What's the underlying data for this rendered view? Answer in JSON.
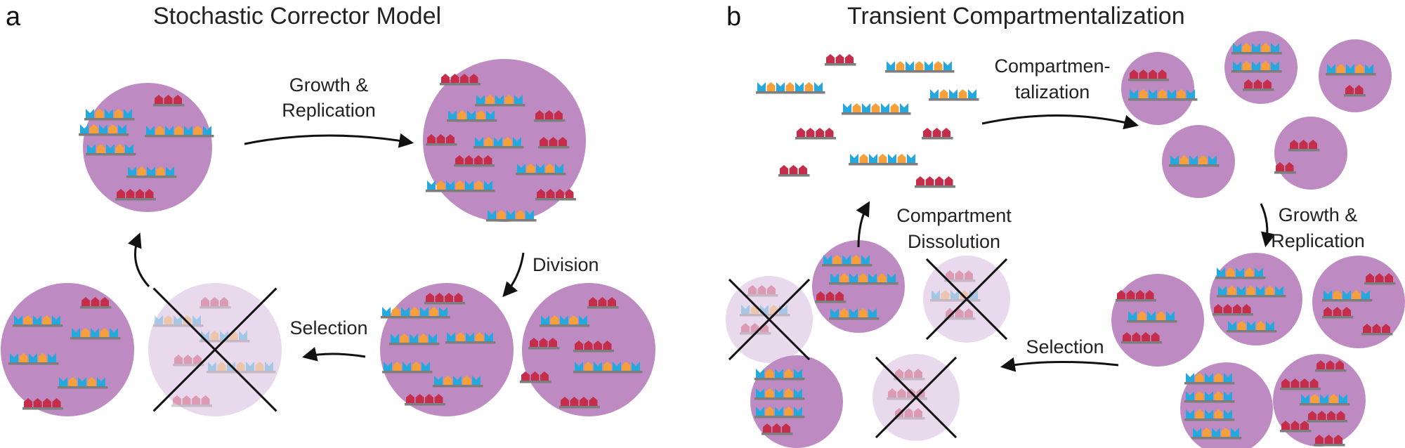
{
  "panels": {
    "a": {
      "letter": "a",
      "title": "Stochastic Corrector Model",
      "steps": {
        "growth_line1": "Growth &",
        "growth_line2": "Replication",
        "division": "Division",
        "selection": "Selection"
      }
    },
    "b": {
      "letter": "b",
      "title": "Transient Compartmentalization",
      "steps": {
        "compartmentalization_line1": "Compartmen-",
        "compartmentalization_line2": "talization",
        "growth_line1": "Growth &",
        "growth_line2": "Replication",
        "selection": "Selection",
        "dissolution_line1": "Compartment",
        "dissolution_line2": "Dissolution"
      }
    }
  },
  "colors": {
    "compartment": "#bd8bc2",
    "compartment_faded": "#e9d9ec",
    "orange_monomer": "#f4a13b",
    "blue_monomer": "#27a8dc",
    "red_monomer": "#c42e4a",
    "backbone": "#7d7d7d",
    "arrow": "#111111"
  }
}
